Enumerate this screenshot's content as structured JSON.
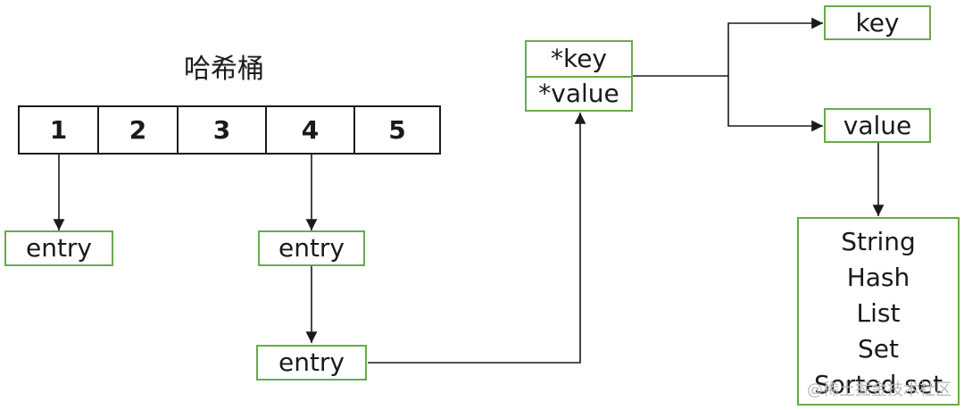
{
  "title": "哈希桶",
  "buckets": [
    "1",
    "2",
    "3",
    "4",
    "5"
  ],
  "entries": [
    "entry",
    "entry",
    "entry"
  ],
  "pointer_fields": [
    "*key",
    "*value"
  ],
  "targets": {
    "key": "key",
    "value": "value"
  },
  "value_types": [
    "String",
    "Hash",
    "List",
    "Set",
    "Sorted set"
  ],
  "watermark": "@稀土掘金技术社区",
  "colors": {
    "box_border": "#6aaa4a",
    "line": "#1a1a1a"
  }
}
